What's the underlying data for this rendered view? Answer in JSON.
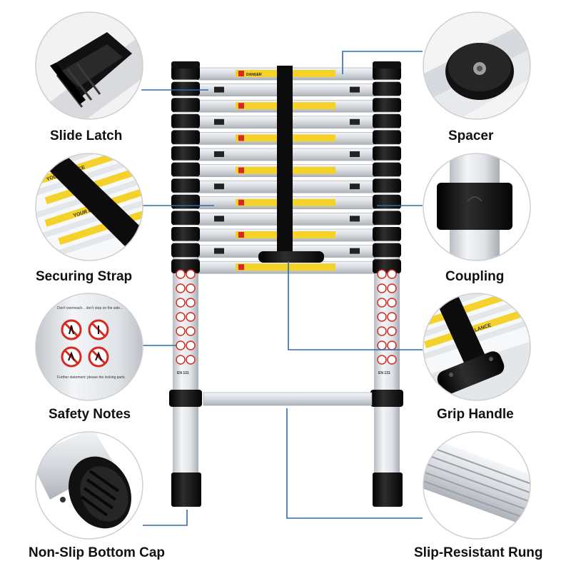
{
  "callouts": {
    "slide_latch": "Slide Latch",
    "spacer": "Spacer",
    "securing_strap": "Securing Strap",
    "coupling": "Coupling",
    "safety_notes": "Safety Notes",
    "grip_handle": "Grip Handle",
    "bottom_cap": "Non-Slip Bottom Cap",
    "rung": "Slip-Resistant Rung"
  },
  "product_text": {
    "warning_word": "DANGER",
    "balance_text": "YOUR BALANCE",
    "standard_mark": "EN 131",
    "safety_snippet": "Don't overreach... don't step on the side...",
    "safety_footer": "Further statement: please the locking parts"
  },
  "colors": {
    "leader_line": "#2b6cb0",
    "aluminum": "#d9dde2",
    "rubber": "#151515",
    "warning_yellow": "#f4d22a",
    "warning_red": "#d62a20",
    "circle_border": "#cfcfcf"
  }
}
